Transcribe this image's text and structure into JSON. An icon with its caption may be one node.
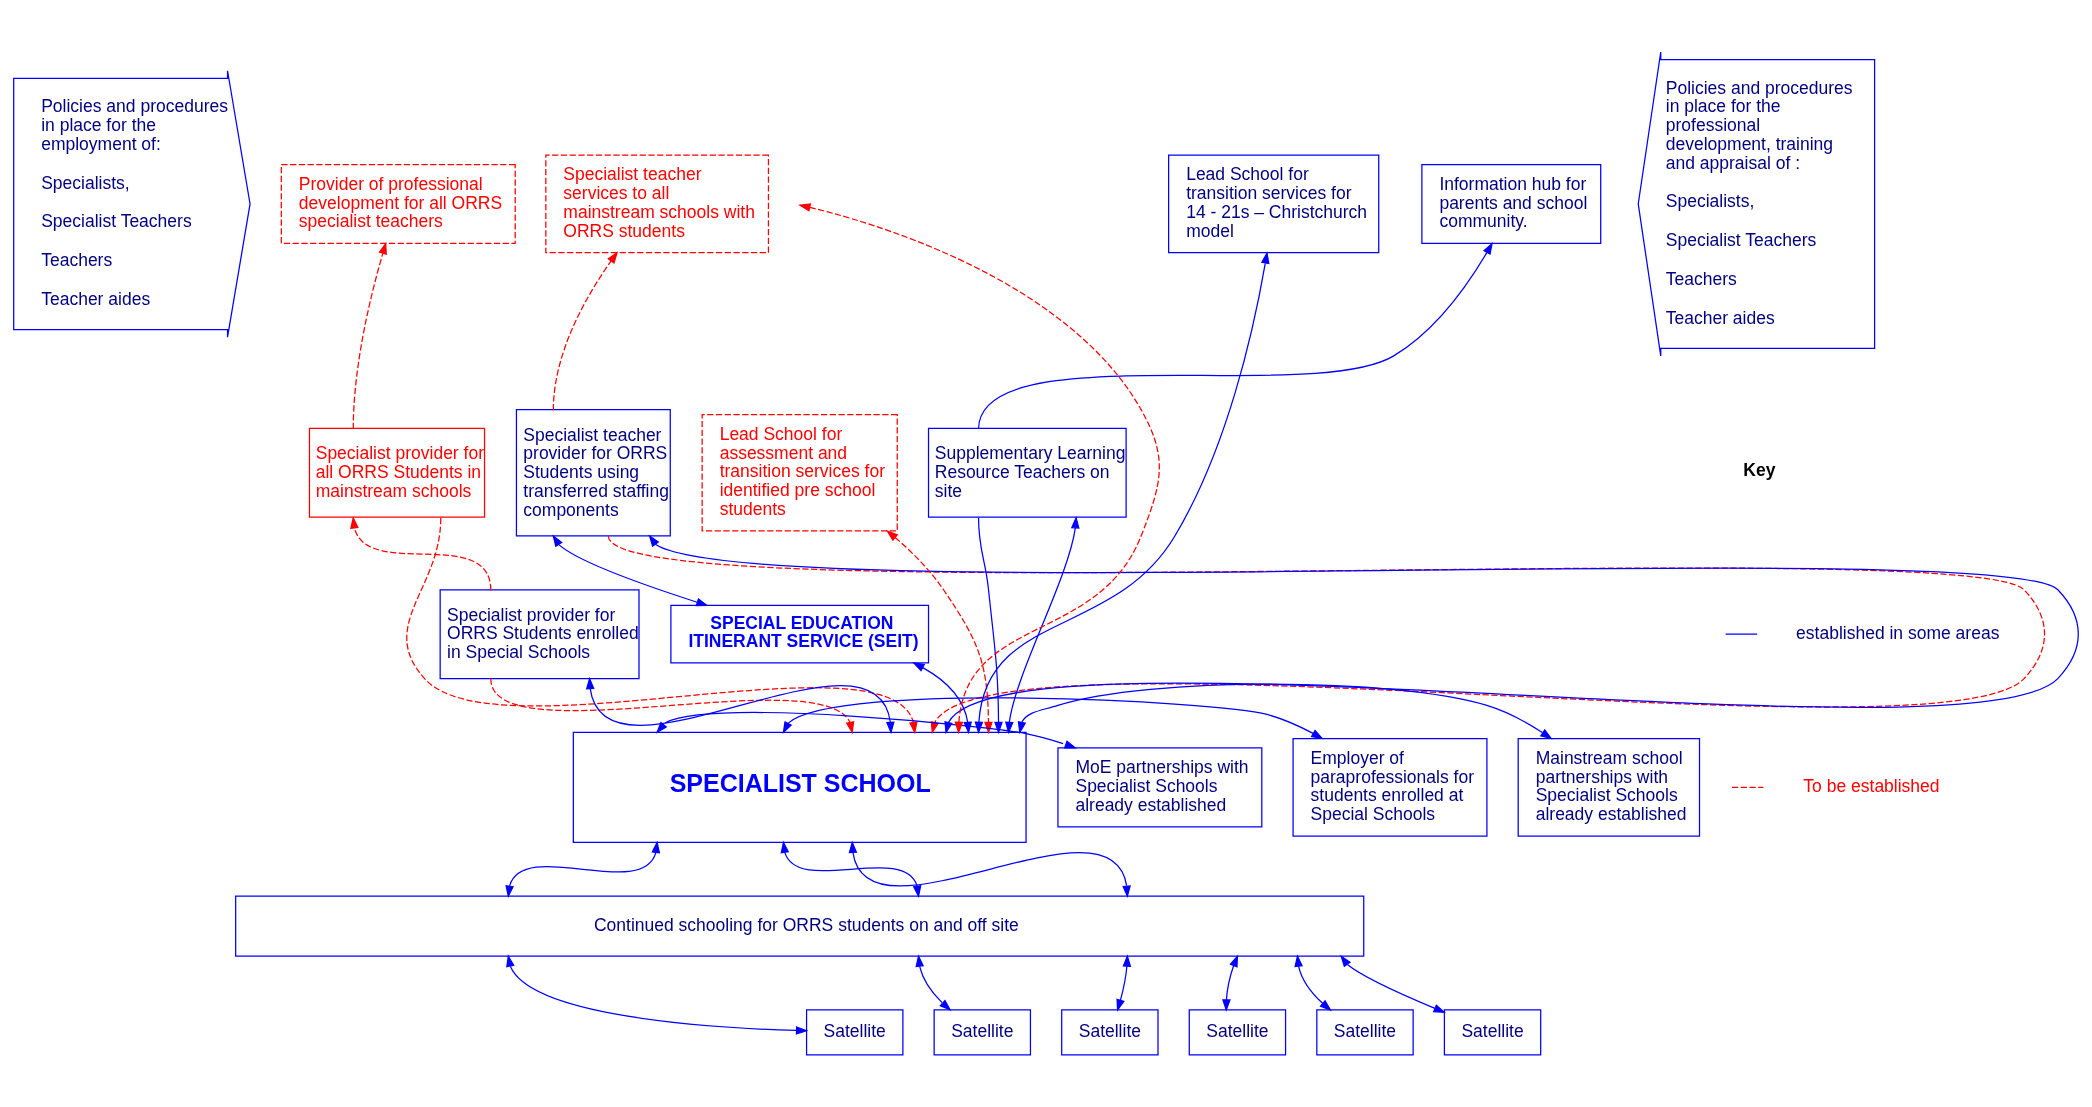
{
  "diagram": {
    "nodes": [
      {
        "text": [
          "Policies and procedures in place for the employment of:",
          "Specialists,",
          "Specialist Teachers",
          "Teachers",
          "Teacher aides"
        ]
      },
      {
        "text": [
          "Provider of professional development for all ORRS specialist teachers"
        ]
      },
      {
        "text": [
          "Specialist teacher services to all mainstream schools with ORRS students"
        ]
      },
      {
        "text": [
          "Lead School for transition services for 14 - 21s – Christchurch model"
        ]
      },
      {
        "text": [
          "Information hub for parents and school community."
        ]
      },
      {
        "text": [
          "Policies and procedures in place for the professional development, training and appraisal of :",
          "Specialists,",
          "Specialist Teachers",
          "Teachers",
          "Teacher aides"
        ]
      },
      {
        "text": [
          "Specialist provider for all ORRS Students in mainstream schools"
        ]
      },
      {
        "text": [
          "Specialist teacher provider for ORRS Students using transferred staffing components"
        ]
      },
      {
        "text": [
          "Lead School for assessment and transition services for identified pre school students"
        ]
      },
      {
        "text": [
          "Supplementary Learning Resource Teachers on site"
        ]
      },
      {
        "text": [
          "SPECIAL EDUCATION ITINERANT SERVICE (SEIT)"
        ]
      },
      {
        "text": [
          "Specialist provider for ORRS Students enrolled in Special Schools"
        ]
      },
      {
        "text": [
          "Mainstream school partnerships with Specialist Schools already established"
        ]
      },
      {
        "text": [
          "MoE partnerships with Specialist Schools already established"
        ]
      },
      {
        "text": [
          "Employer of paraprofessionals for students enrolled at Special Schools"
        ]
      },
      {
        "text": [
          "SPECIALIST SCHOOL"
        ]
      },
      {
        "text": [
          "Continued schooling for ORRS students on and off site"
        ]
      },
      {
        "text": [
          "Satellite"
        ]
      },
      {
        "text": [
          "Satellite"
        ]
      },
      {
        "text": [
          "Satellite"
        ]
      },
      {
        "text": [
          "Satellite"
        ]
      },
      {
        "text": [
          "Satellite"
        ]
      },
      {
        "text": [
          "Satellite"
        ]
      }
    ],
    "edges": [
      {
        "from": 6,
        "to": 1,
        "arrow": "to",
        "style": "dashed",
        "color": "#ff0000"
      },
      {
        "from": 7,
        "to": 2,
        "arrow": "to",
        "style": "dashed",
        "color": "#ff0000"
      },
      {
        "from": 15,
        "to": null,
        "arrow": "both",
        "style": "dashed",
        "color": "#ff0000"
      },
      {
        "from": 15,
        "to": 3,
        "arrow": "both"
      },
      {
        "from": 9,
        "to": 4,
        "arrow": "to"
      },
      {
        "from": 11,
        "to": 6,
        "arrow": "to",
        "style": "dashed",
        "color": "#ff0000"
      },
      {
        "from": 6,
        "to": 15,
        "arrow": "to",
        "style": "dashed",
        "color": "#ff0000"
      },
      {
        "from": 7,
        "to": 15,
        "arrow": "to",
        "style": "dashed",
        "color": "#ff0000"
      },
      {
        "from": 11,
        "to": 15,
        "arrow": "to",
        "style": "dashed",
        "color": "#ff0000"
      },
      {
        "from": 7,
        "to": 10,
        "arrow": "both"
      },
      {
        "from": 7,
        "to": 15,
        "arrow": "both"
      },
      {
        "from": 8,
        "to": 15,
        "arrow": "both",
        "style": "dashed",
        "color": "#ff0000"
      },
      {
        "from": 9,
        "to": 15,
        "arrow": "to"
      },
      {
        "from": 15,
        "to": 9,
        "arrow": "both"
      },
      {
        "from": 10,
        "to": 15,
        "arrow": "both"
      },
      {
        "from": 11,
        "to": 15,
        "arrow": "both"
      },
      {
        "from": 12,
        "to": 15,
        "arrow": "both"
      },
      {
        "from": 13,
        "to": 15,
        "arrow": "both"
      },
      {
        "from": 14,
        "to": 15,
        "arrow": "both"
      },
      {
        "from": 15,
        "to": 16,
        "arrow": "both"
      },
      {
        "from": 15,
        "to": 16,
        "arrow": "both"
      },
      {
        "from": 15,
        "to": 16,
        "arrow": "both"
      },
      {
        "from": 16,
        "to": 17,
        "arrow": "both"
      },
      {
        "from": 16,
        "to": 18,
        "arrow": "both"
      },
      {
        "from": 16,
        "to": 19,
        "arrow": "both"
      },
      {
        "from": 16,
        "to": 20,
        "arrow": "both"
      },
      {
        "from": 16,
        "to": 21,
        "arrow": "both"
      },
      {
        "from": 16,
        "to": 22,
        "arrow": "both"
      }
    ],
    "labels": [
      "Key"
    ],
    "legend": [
      {
        "text": "established in some areas"
      },
      {
        "text": "To be established"
      }
    ]
  }
}
